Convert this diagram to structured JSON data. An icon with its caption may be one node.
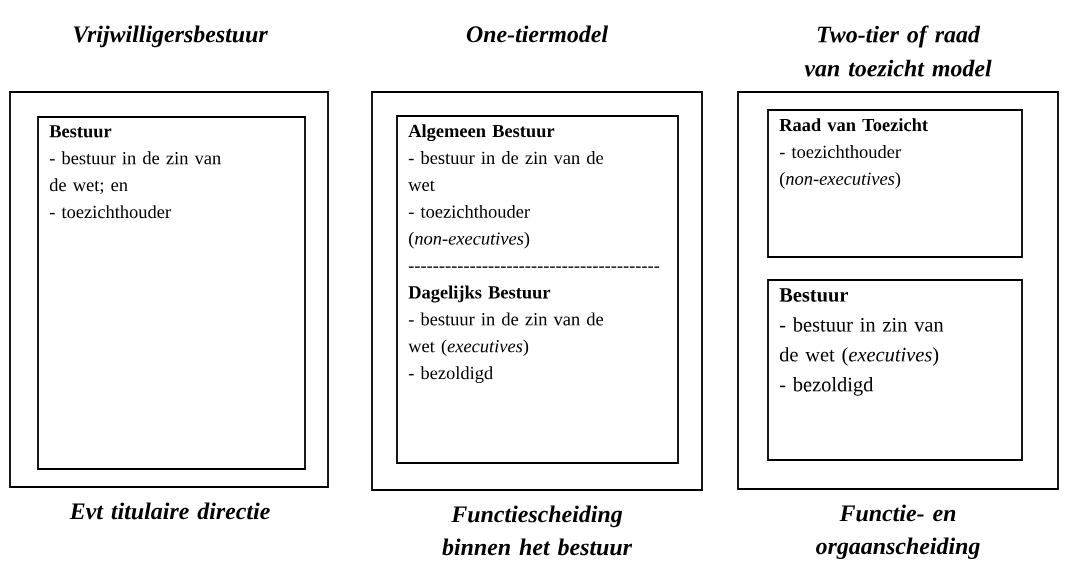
{
  "diagram": {
    "nodes": [
      {
        "text": [
          "Vrijwilligersbestuur"
        ],
        "beside": [
          "Evt titulaire directie"
        ]
      },
      {
        "text": [
          "Bestuur",
          "- bestuur in de zin van de wet; en",
          "- toezichthouder"
        ],
        "in": 0
      },
      {
        "text": [
          "One-tiermodel"
        ],
        "beside": [
          "Functiescheiding binnen het bestuur"
        ]
      },
      {
        "text": [
          "Algemeen Bestuur",
          "- bestuur in de zin van de wet",
          "- toezichthouder (*non-executives*)",
          "-----------------------------------------",
          "Dagelijks Bestuur",
          "- bestuur in de zin van de wet (*executives*)",
          "- bezoldigd"
        ],
        "in": 2
      },
      {
        "text": [
          "Two-tier of raad van toezicht model"
        ],
        "beside": [
          "Functie- en orgaanscheiding"
        ]
      },
      {
        "text": [
          "Raad van Toezicht",
          "- toezichthouder (*non-executives*)"
        ],
        "in": 4
      },
      {
        "text": [
          "Bestuur",
          "- bestuur in zin van de wet (*executives*)",
          "- bezoldigd"
        ],
        "in": 4
      }
    ]
  }
}
